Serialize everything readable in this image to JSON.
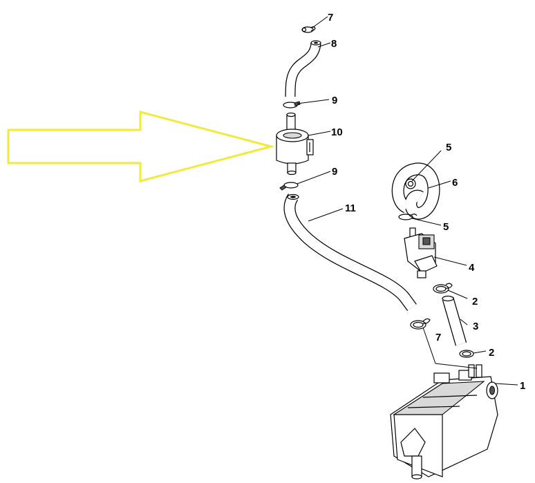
{
  "arrow": {
    "color": "#f2ea3a"
  },
  "callouts": [
    {
      "id": "c1",
      "label": "1"
    },
    {
      "id": "c2a",
      "label": "2"
    },
    {
      "id": "c2b",
      "label": "2"
    },
    {
      "id": "c3",
      "label": "3"
    },
    {
      "id": "c4",
      "label": "4"
    },
    {
      "id": "c5a",
      "label": "5"
    },
    {
      "id": "c5b",
      "label": "5"
    },
    {
      "id": "c6",
      "label": "6"
    },
    {
      "id": "c7a",
      "label": "7"
    },
    {
      "id": "c7b",
      "label": "7"
    },
    {
      "id": "c8",
      "label": "8"
    },
    {
      "id": "c9a",
      "label": "9"
    },
    {
      "id": "c9b",
      "label": "9"
    },
    {
      "id": "c10",
      "label": "10"
    },
    {
      "id": "c11",
      "label": "11"
    }
  ]
}
